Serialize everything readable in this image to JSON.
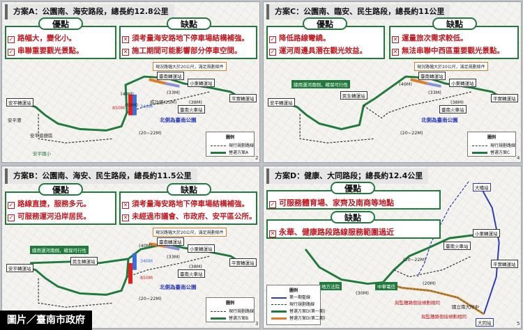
{
  "colors": {
    "route_green": "#1f7a3c",
    "check_red": "#c0181f",
    "orange": "#e07b2a",
    "blue": "#2b3bb8"
  },
  "panels": {
    "a": {
      "title": "方案A：公園南、海安路段，總長約12.8公里",
      "pros_head": "優點",
      "cons_head": "缺點",
      "pros": [
        "路幅大，變化小。",
        "串聯重要觀光景點。"
      ],
      "cons": [
        "須考量海安路地下停車場結構補強。",
        "施工期間可能影響部分停車空間。"
      ],
      "note": "現況路幅大於20公尺，滿足規劃條件",
      "stations": [
        "臺南轉運站",
        "小東轉運站",
        "平實轉運站",
        "安平轉運站",
        "臺南火車站"
      ],
      "labels": [
        "(40M)",
        "(33M)",
        "(38M)",
        "(60M)",
        "(20~22M)",
        "850M",
        "340M",
        "北側為臺南公園",
        "安平遊憩區",
        "安平港",
        "安平國小",
        "成功路(25M)"
      ],
      "legend_title": "圖例",
      "legend": [
        "現行規劃路線",
        "替選方案A"
      ],
      "page": "2"
    },
    "c": {
      "title": "方案C：公園南、臨安、民生路段，總長約11公里",
      "pros_head": "優點",
      "cons_head": "缺點",
      "pros": [
        "降低路線彎繞。",
        "運河周邊具潛在觀光效益。"
      ],
      "cons": [
        "運量旅次需求較低。",
        "無法串聯中西區重要觀光景點。"
      ],
      "note": "現況路幅大於20公尺，滿足規劃條件",
      "stations": [
        "臺南轉運站",
        "小東轉運站",
        "平實轉運站",
        "安平轉運站",
        "臺南火車站",
        "民生轉運站"
      ],
      "greens": [
        "緣用運河南側，確保可行性"
      ],
      "labels": [
        "(40M)",
        "(33M)",
        "(38M)",
        "(20~22M)",
        "北側為臺南公園"
      ],
      "legend_title": "圖例",
      "legend": [
        "現行規劃路線",
        "替選方案C"
      ],
      "page": "4"
    },
    "b": {
      "title": "方案B：公園南、海安、民生路段，總長約11.5公里",
      "pros_head": "優點",
      "cons_head": "缺點",
      "pros": [
        "路線直捷，服務多元。",
        "可服務運河沿岸居民。"
      ],
      "cons": [
        "須考量海安路地下停車場結構補強。",
        "未經過市議會、市政府、安平區公所。"
      ],
      "note": "現況路幅大於20公尺，滿足規劃條件",
      "stations": [
        "臺南轉運站",
        "小東轉運站",
        "平實轉運站",
        "安平轉運站",
        "臺南火車站",
        "民生轉運站"
      ],
      "greens": [
        "緣用運河南側，確保可行性"
      ],
      "labels": [
        "(40M)",
        "(33M)",
        "(38M)",
        "(20~22M)",
        "850M",
        "340M",
        "北側為臺南公園"
      ],
      "legend_title": "圖例",
      "legend": [
        "現行規劃路線",
        "替選方案B"
      ],
      "page": "3"
    },
    "d": {
      "title": "方案D：健康、大同路段；總長約12.4公里",
      "pros_head": "優點",
      "cons_head": "缺點",
      "pros": [
        "可服務體育場、家齊及南商等地點"
      ],
      "cons": [
        "永華、健康路段路線服務範圍過近"
      ],
      "stations": [
        "大橋站",
        "小東轉運站",
        "臺南火車站",
        "平實轉運站",
        "大同站"
      ],
      "greens": [
        "地方法院",
        "中華電信"
      ],
      "labels": [
        "與監體路銜接規劃相同",
        "與監體路銜接規劃相同",
        "(20~22M)",
        "(30M)",
        "(20M)",
        "國立南大附中"
      ],
      "legend_title": "圖例",
      "legend": [
        "第一期藍線",
        "現行規劃路線",
        "替選方案D(第一期)",
        "替選方案D(第二期)"
      ],
      "page": "5"
    }
  },
  "credit": "圖片／臺南市政府"
}
